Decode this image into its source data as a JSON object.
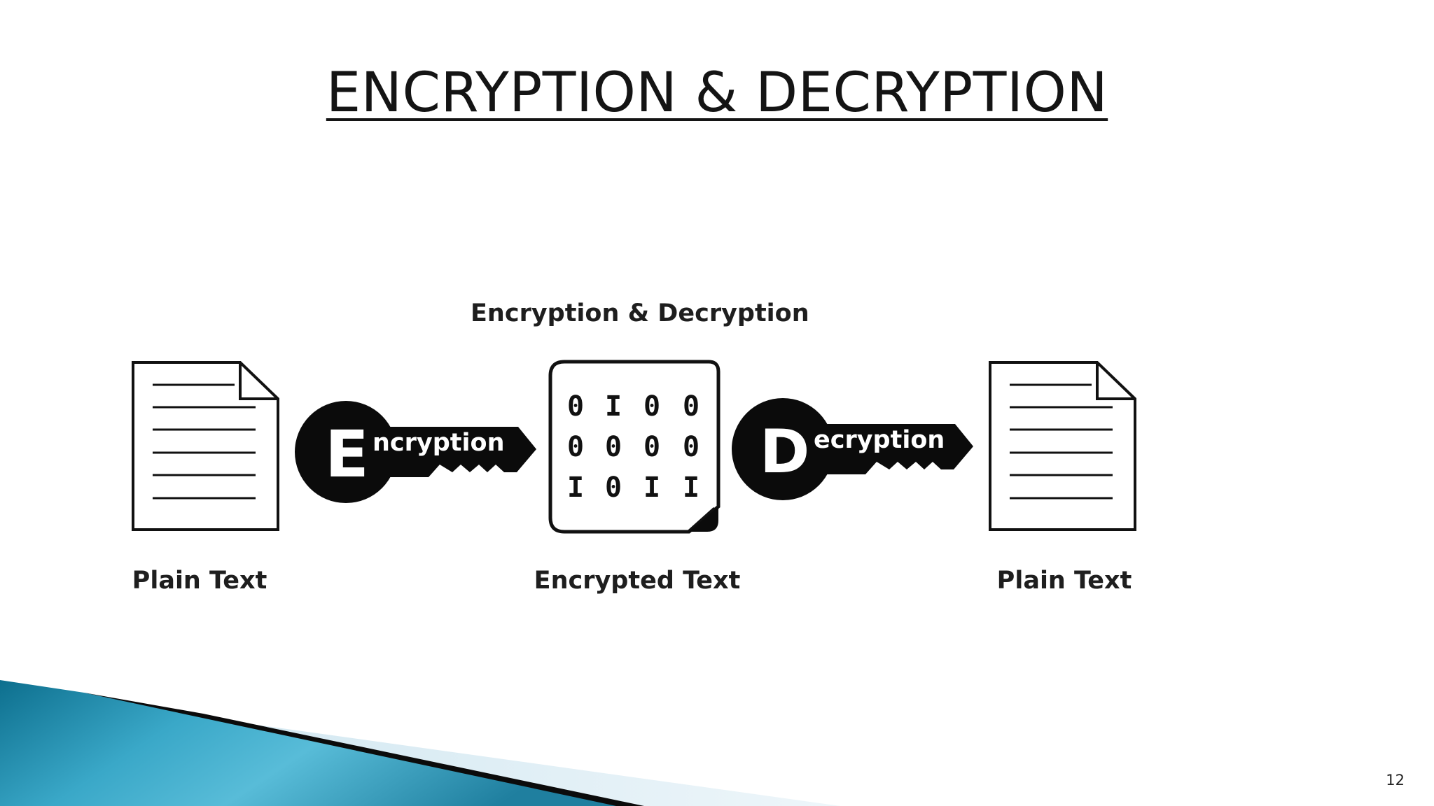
{
  "slide": {
    "title": "ENCRYPTION & DECRYPTION",
    "page_number": "12"
  },
  "diagram": {
    "heading": "Encryption & Decryption",
    "encryption_key": {
      "initial": "E",
      "rest": "ncryption"
    },
    "decryption_key": {
      "initial": "D",
      "rest": "ecryption"
    },
    "binary_grid": [
      [
        "0",
        "I",
        "0",
        "0"
      ],
      [
        "0",
        "0",
        "0",
        "0"
      ],
      [
        "I",
        "0",
        "I",
        "I"
      ]
    ],
    "captions": {
      "left": "Plain Text",
      "middle": "Encrypted Text",
      "right": "Plain Text"
    },
    "icons": [
      "plain-text-document-icon",
      "encryption-key-icon",
      "encrypted-binary-document-icon",
      "decryption-key-icon"
    ],
    "colors": {
      "ink": "#111111",
      "accent_teal": "#2a8fb0",
      "accent_dark": "#0b0b0b"
    }
  }
}
